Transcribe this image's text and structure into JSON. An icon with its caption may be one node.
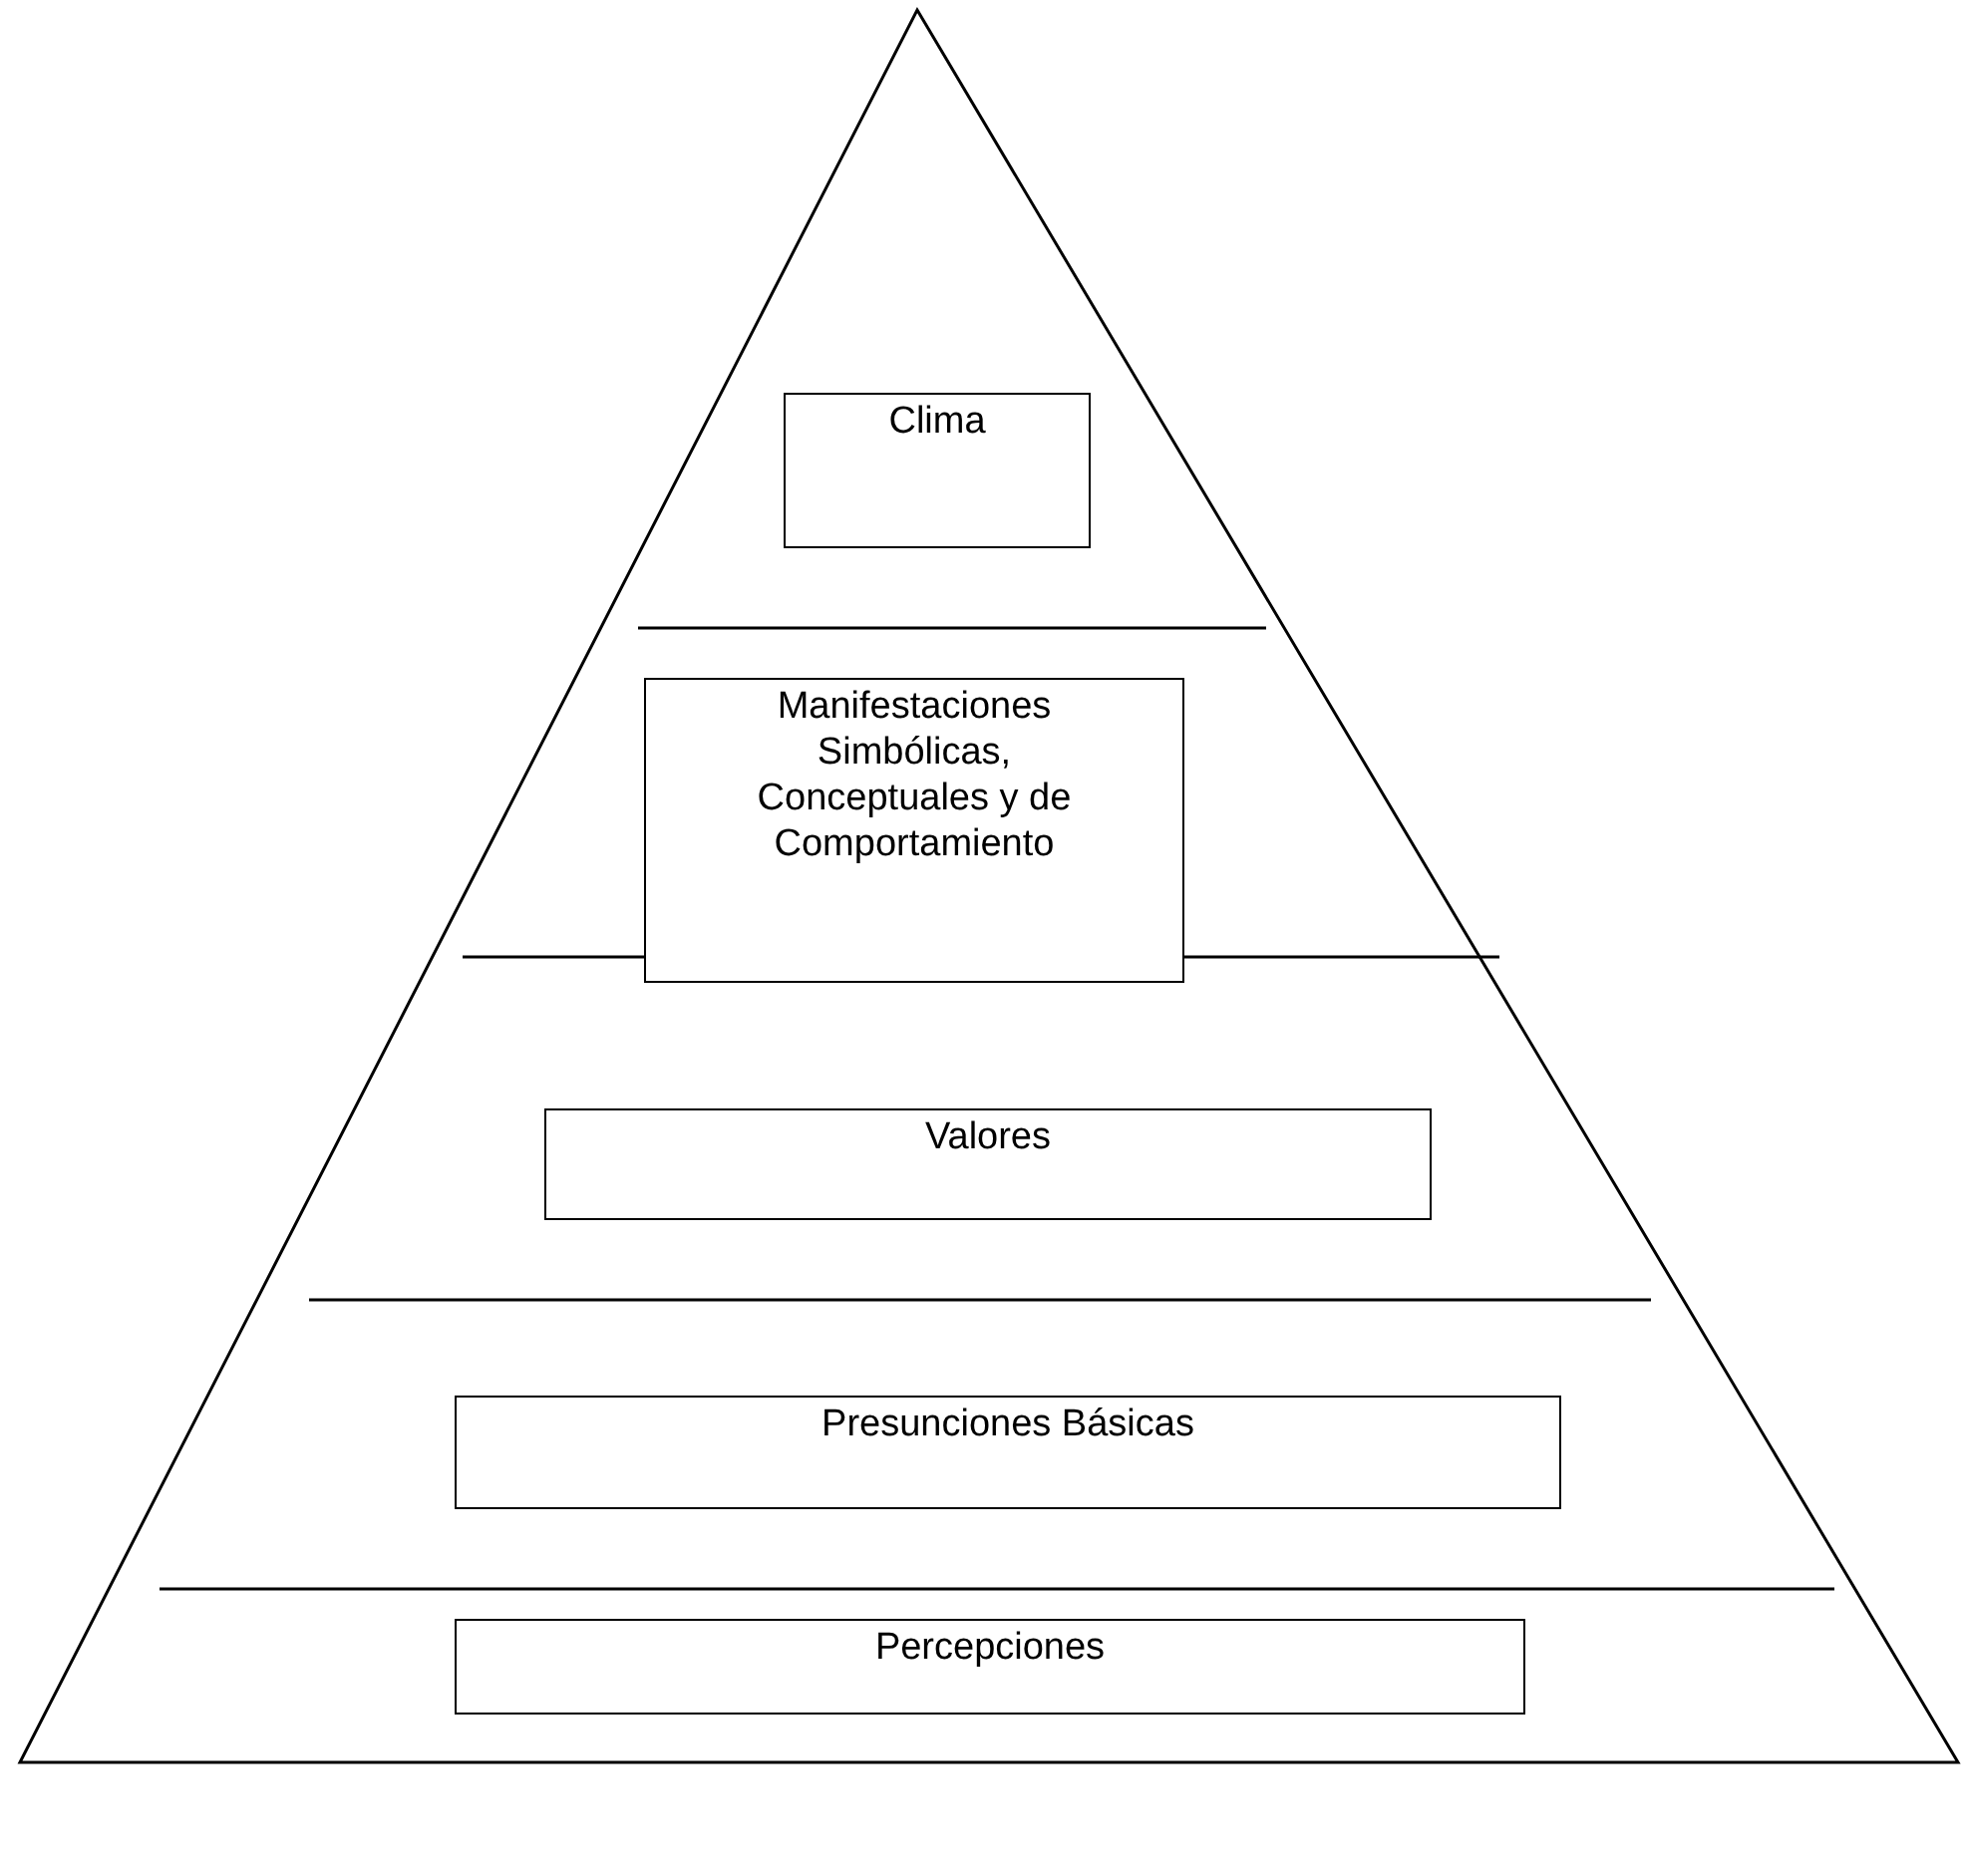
{
  "diagram": {
    "nodes": [
      {
        "text": [
          "Clima"
        ]
      },
      {
        "text": [
          "Manifestaciones Simbólicas, Conceptuales y de Comportamiento"
        ]
      },
      {
        "text": [
          "Valores"
        ]
      },
      {
        "text": [
          "Presunciones Básicas"
        ]
      },
      {
        "text": [
          "Percepciones"
        ]
      }
    ]
  }
}
